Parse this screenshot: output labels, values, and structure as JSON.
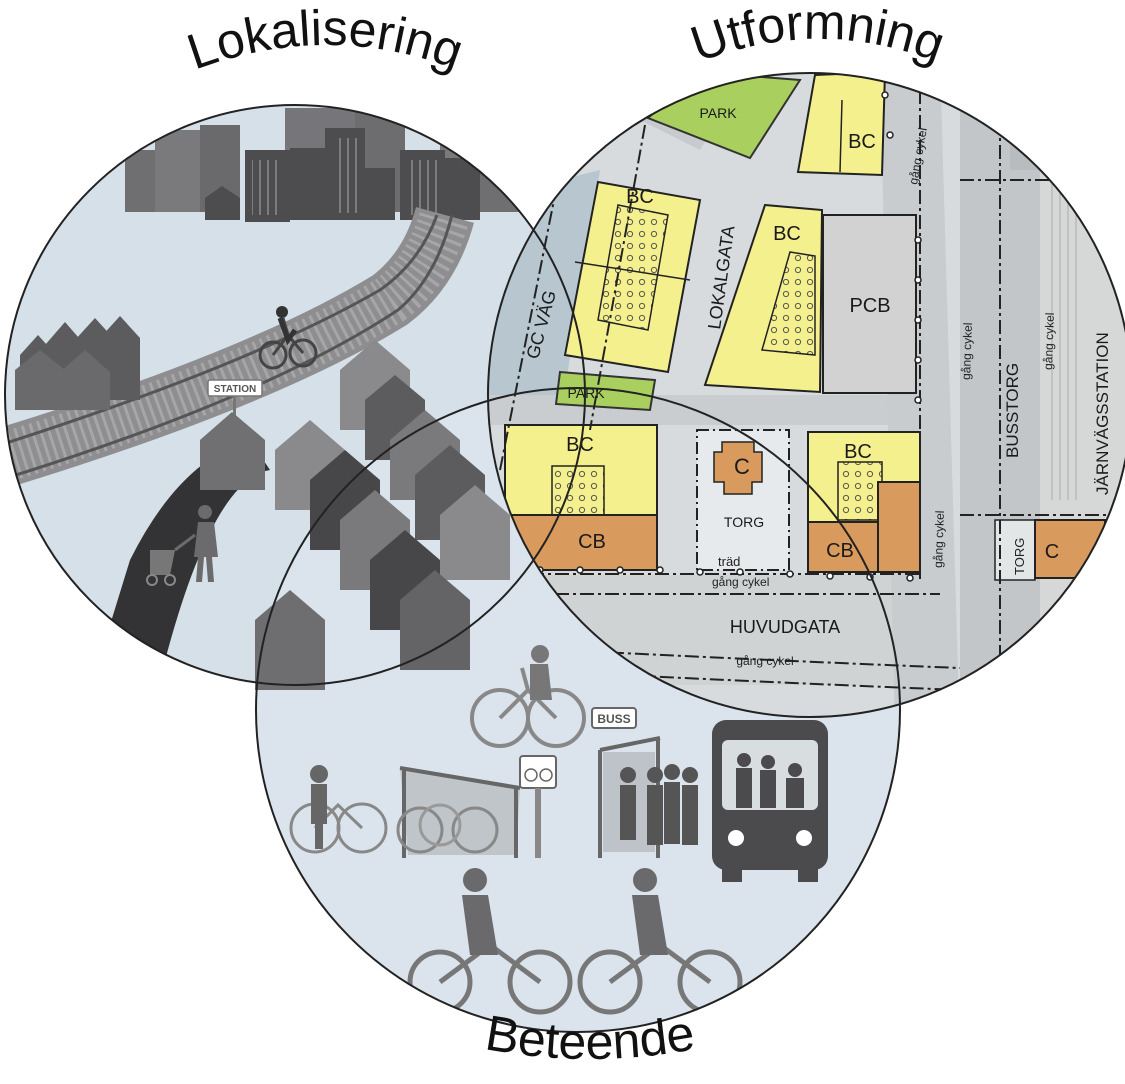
{
  "titles": {
    "left": "Lokalisering",
    "right": "Utformning",
    "bottom": "Beteende"
  },
  "plan_labels": {
    "park_top": "PARK",
    "park_mid": "PARK",
    "bc_top_right": "BC",
    "bc_upper_left": "BC",
    "bc_lokalgata": "BC",
    "pcb": "PCB",
    "bc_lower_left": "BC",
    "cb_left": "CB",
    "c_center": "C",
    "torg_center": "TORG",
    "bc_lower_right": "BC",
    "cb_right": "CB",
    "c_right": "C",
    "torg_right": "TORG",
    "gc_vag": "GC VÄG",
    "lokalgata": "LOKALGATA",
    "busstorg": "BUSSTORG",
    "jarnvagsstation": "JÄRNVÄGSSTATION",
    "huvudgata": "HUVUDGATA",
    "trad": "träd",
    "gang_cykel_torg": "gång cykel",
    "gang_cykel_huvudgata": "gång cykel",
    "gang_cykel_right_block": "gång cykel",
    "gang_cykel_top": "gång cykel",
    "gang_cykel_east1": "gång cykel",
    "gang_cykel_east2": "gång cykel"
  },
  "signs": {
    "station": "STATION",
    "buss": "BUSS"
  },
  "icons": [
    "city-skyline-icon",
    "railway-icon",
    "cyclist-icon",
    "houses-icon",
    "pedestrian-stroller-icon",
    "bus-icon",
    "bike-shelter-icon",
    "bus-stop-icon",
    "bike-sign-icon"
  ],
  "colors": {
    "circle_fill": "#d5e0e8",
    "overlap_fill": "#b9cad6",
    "building_yellow": "#f5f08e",
    "building_orange": "#d99a5e",
    "park_green": "#a9cf5e",
    "road_grey": "#cfd3d4",
    "silhouette_dark": "#4f4f52",
    "silhouette_mid": "#707073",
    "silhouette_light": "#8f8f92"
  }
}
